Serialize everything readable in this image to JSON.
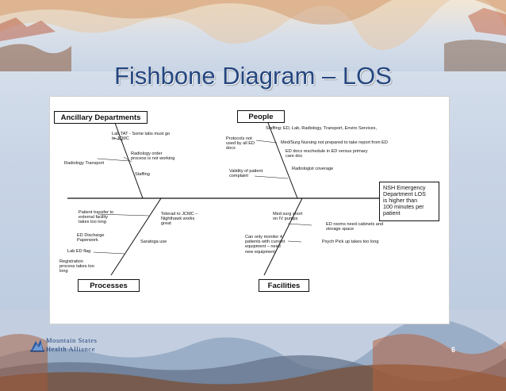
{
  "slide": {
    "title": "Fishbone Diagram – LOS",
    "page_number": "6",
    "logo": {
      "line1": "Mountain States",
      "line2": "Health Alliance",
      "icon": "mountain-logo-icon"
    }
  },
  "diagram": {
    "categories": {
      "ancillary": "Ancillary Departments",
      "people": "People",
      "processes": "Processes",
      "facilities": "Facilities"
    },
    "effect": "NSH Emergency\nDepartment LOS\nis higher than\n100 minutes per\npatient",
    "causes": {
      "ancillary": [
        "Lab TAT - Some labs must go\nto JCMC",
        "Radiology order\nprocess is not working",
        "Radiology Transport",
        "Staffing"
      ],
      "people": [
        "Staffing: ED, Lab, Radiology, Transport, Enviro Services,",
        "Protocols not\nused by all ED\ndocs",
        "Med/Surg Nursing not prepared to take report from ED",
        "ED docs reschedule in ED versus primary\ncare doc",
        "Radiologist coverage",
        "Validity of patient\ncomplaint"
      ],
      "processes": [
        "Patient transfer to\nexternal facility\ntakes too long",
        "Telerad to JCMC –\nNighthawk works\ngreat",
        "ED Discharge\nPaperwork",
        "Saratoga use",
        "Lab ED flag",
        "Registration\nprocess takes too\nlong"
      ],
      "facilities": [
        "Med surg short\non IV pumps",
        "ED rooms need cabinets and\nstorage space",
        "Can only monitor 4\npatients with current\nequipment – need\nnew equipment",
        "Psych Pick up takes too long"
      ]
    }
  }
}
